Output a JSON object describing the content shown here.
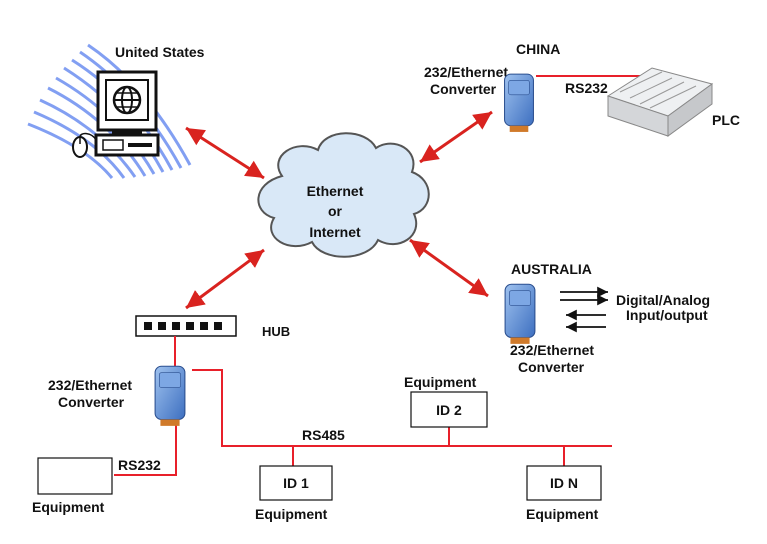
{
  "labels": {
    "united_states": "United States",
    "china": "CHINA",
    "australia": "AUSTRALIA",
    "plc": "PLC",
    "cloud_line1": "Ethernet",
    "cloud_line2": "or",
    "cloud_line3": "Internet",
    "hub": "HUB",
    "converter_china_line1": "232/Ethernet",
    "converter_china_line2": "Converter",
    "converter_au_line1": "232/Ethernet",
    "converter_au_line2": "Converter",
    "converter_left_line1": "232/Ethernet",
    "converter_left_line2": "Converter",
    "rs232_china": "RS232",
    "rs232_left": "RS232",
    "rs485": "RS485",
    "io_line1": "Digital/Analog",
    "io_line2": "Input/output",
    "equipment_left": "Equipment",
    "equipment_id1": "Equipment",
    "equipment_id2": "Equipment",
    "equipment_idn": "Equipment",
    "id1": "ID 1",
    "id2": "ID 2",
    "idn": "ID N"
  },
  "colors": {
    "link_red": "#e8202a",
    "arrow_red": "#d9231f",
    "cloud_fill": "#d9e8f7",
    "cloud_stroke": "#555555",
    "converter_blue": "#5b8ed6",
    "swoosh": "#6d8ff0"
  }
}
